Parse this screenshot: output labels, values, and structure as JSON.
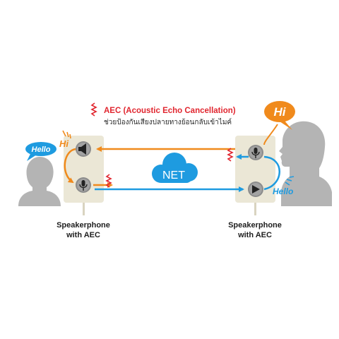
{
  "aec": {
    "title": "AEC (Acoustic Echo Cancellation)",
    "subtitle": "ช่วยป้องกันเสียงปลายทางย้อนกลับเข้าไมค์"
  },
  "network": {
    "label": "NET"
  },
  "left_device": {
    "caption_line1": "Speakerphone",
    "caption_line2": "with AEC",
    "speaker_icon": "speaker-icon",
    "mic_icon": "microphone-icon"
  },
  "right_device": {
    "caption_line1": "Speakerphone",
    "caption_line2": "with AEC",
    "speaker_icon": "play-icon",
    "mic_icon": "microphone-icon"
  },
  "left_person": {
    "bubble_text": "Hello",
    "heard_text": "Hi"
  },
  "right_person": {
    "bubble_text": "Hi",
    "heard_text": "Hello"
  },
  "colors": {
    "orange": "#f08a1c",
    "blue": "#1e9be0",
    "red": "#e1262f",
    "person_gray": "#b4b4b4",
    "device_beige": "#ebe7d6"
  }
}
